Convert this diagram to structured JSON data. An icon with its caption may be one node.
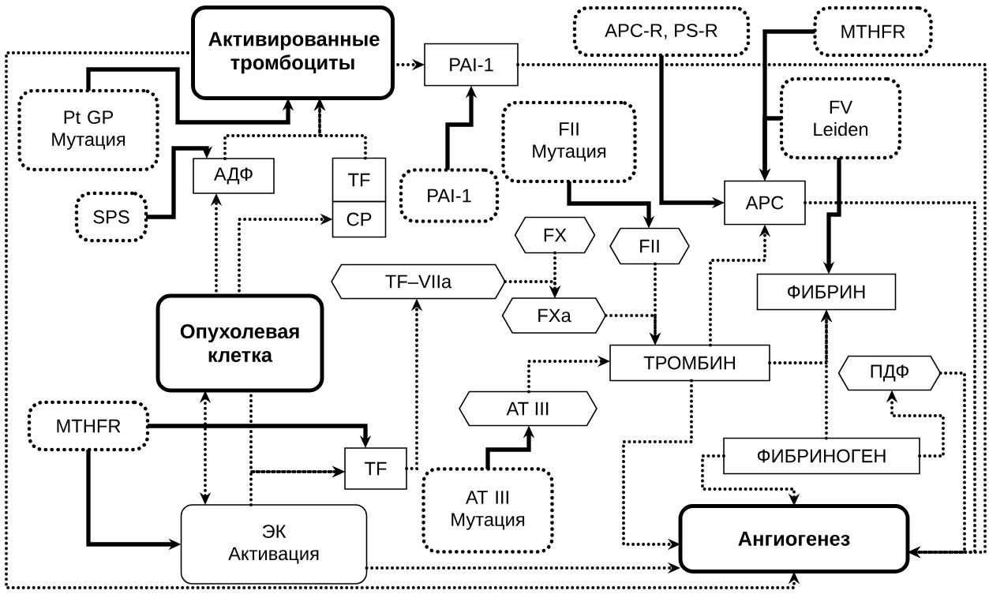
{
  "diagram": {
    "nodes": [
      {
        "text": [
          "Активированные тромбоциты"
        ]
      },
      {
        "text": [
          "PAI-1"
        ]
      },
      {
        "text": [
          "APC-R, PS-R"
        ]
      },
      {
        "text": [
          "MTHFR"
        ]
      },
      {
        "text": [
          "Pt GP Мутация"
        ]
      },
      {
        "text": [
          "FII Мутация"
        ]
      },
      {
        "text": [
          "FV Leiden"
        ]
      },
      {
        "text": [
          "SPS"
        ]
      },
      {
        "text": [
          "АДФ"
        ]
      },
      {
        "text": [
          "TF"
        ]
      },
      {
        "text": [
          "CP"
        ]
      },
      {
        "text": [
          "PAI-1"
        ]
      },
      {
        "text": [
          "APC"
        ]
      },
      {
        "text": [
          "FX"
        ]
      },
      {
        "text": [
          "FII"
        ]
      },
      {
        "text": [
          "TF–VIIa"
        ]
      },
      {
        "text": [
          "FXa"
        ]
      },
      {
        "text": [
          "Опухолевая клетка"
        ]
      },
      {
        "text": [
          "ФИБРИН"
        ]
      },
      {
        "text": [
          "ТРОМБИН"
        ]
      },
      {
        "text": [
          "ПДФ"
        ]
      },
      {
        "text": [
          "AT III"
        ]
      },
      {
        "text": [
          "MTHFR"
        ]
      },
      {
        "text": [
          "TF"
        ]
      },
      {
        "text": [
          "ФИБРИНОГЕН"
        ]
      },
      {
        "text": [
          "AT III Мутация"
        ]
      },
      {
        "text": [
          "ЭК Активация"
        ]
      },
      {
        "text": [
          "Ангиогенез"
        ]
      }
    ],
    "edges": [
      {
        "from": 0,
        "to": 27,
        "arrow": "to",
        "style": "dashed"
      },
      {
        "from": 1,
        "to": 27,
        "arrow": "to",
        "style": "dashed"
      },
      {
        "from": 12,
        "to": 27,
        "arrow": "to",
        "style": "dashed"
      },
      {
        "from": 20,
        "to": 27,
        "arrow": "to",
        "style": "dashed"
      },
      {
        "from": 2,
        "to": 12,
        "arrow": "to"
      },
      {
        "from": 3,
        "to": 12,
        "arrow": "to"
      },
      {
        "from": 6,
        "to": 12,
        "arrow": "to"
      },
      {
        "from": 6,
        "to": 18,
        "arrow": "to"
      },
      {
        "from": 4,
        "to": 0,
        "arrow": "to"
      },
      {
        "from": 7,
        "to": 8,
        "arrow": "to"
      },
      {
        "from": 8,
        "to": 0,
        "arrow": "to",
        "style": "dashed"
      },
      {
        "from": 9,
        "to": 0,
        "arrow": "to",
        "style": "dashed"
      },
      {
        "from": 0,
        "to": 1,
        "arrow": "to",
        "style": "dashed"
      },
      {
        "from": 11,
        "to": 1,
        "arrow": "to"
      },
      {
        "from": 17,
        "to": 8,
        "arrow": "to",
        "style": "dashed"
      },
      {
        "from": 17,
        "to": 10,
        "arrow": "to",
        "style": "dashed"
      },
      {
        "from": 17,
        "to": 26,
        "arrow": "both",
        "style": "dashed"
      },
      {
        "from": 17,
        "to": 23,
        "arrow": "to",
        "style": "dashed"
      },
      {
        "from": 26,
        "to": 23,
        "arrow": "to",
        "style": "dashed"
      },
      {
        "from": 22,
        "to": 23,
        "arrow": "to"
      },
      {
        "from": 22,
        "to": 26,
        "arrow": "to"
      },
      {
        "from": 23,
        "to": 15,
        "arrow": "to",
        "style": "dashed"
      },
      {
        "from": 5,
        "to": 14,
        "arrow": "to"
      },
      {
        "from": 13,
        "to": 16,
        "arrow": "to",
        "style": "dashed"
      },
      {
        "from": 15,
        "to": 16,
        "arrow": "to",
        "style": "dashed"
      },
      {
        "from": 14,
        "to": 19,
        "arrow": "to",
        "style": "dashed"
      },
      {
        "from": 16,
        "to": 19,
        "arrow": "to",
        "style": "dashed"
      },
      {
        "from": 21,
        "to": 19,
        "arrow": "to",
        "style": "dashed"
      },
      {
        "from": 25,
        "to": 21,
        "arrow": "to"
      },
      {
        "from": 19,
        "to": 18,
        "arrow": "to",
        "style": "dashed"
      },
      {
        "from": 24,
        "to": 18,
        "arrow": "to",
        "style": "dashed"
      },
      {
        "from": 19,
        "to": 12,
        "arrow": "to",
        "style": "dashed"
      },
      {
        "from": 19,
        "to": 27,
        "arrow": "to",
        "style": "dashed"
      },
      {
        "from": 24,
        "to": 27,
        "arrow": "to",
        "style": "dashed"
      },
      {
        "from": 24,
        "to": 20,
        "arrow": "to",
        "style": "dashed"
      },
      {
        "from": 26,
        "to": 27,
        "arrow": "to",
        "style": "dashed"
      }
    ]
  }
}
